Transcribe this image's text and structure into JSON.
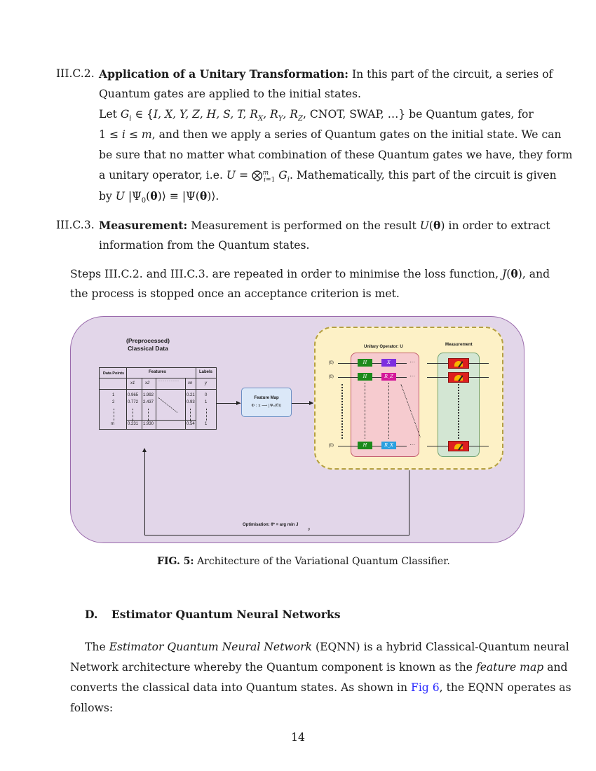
{
  "sec_c2": {
    "num": "III.C.2.",
    "title": "Application of a Unitary Transformation:",
    "l1": "In this part of the circuit, a series of",
    "l2": "Quantum gates are applied to the initial states.",
    "l3a": "Let ",
    "l3b": " be Quantum gates, for",
    "l4": ", and then we apply a series of Quantum gates on the initial state. We can",
    "l5": "be sure that no matter what combination of these Quantum gates we have, they form",
    "l6a": "a unitary operator, i.e. ",
    "l6b": ". Mathematically, this part of the circuit is given",
    "l7a": "by "
  },
  "sec_c3": {
    "num": "III.C.3.",
    "title": "Measurement:",
    "l1a": "Measurement is performed on the result ",
    "l1b": " in order to extract",
    "l2": "information from the Quantum states."
  },
  "steps": {
    "l1a": "Steps III.C.2. and III.C.3. are repeated in order to minimise the loss function, ",
    "l1b": ", and",
    "l2": "the process is stopped once an acceptance criterion is met."
  },
  "figure": {
    "classical_title_1": "(Preprocessed)",
    "classical_title_2": "Classical Data",
    "col_points": "Data Points",
    "col_features": "Features",
    "col_labels": "Labels",
    "col_x1": "x1",
    "col_x2": "x2",
    "col_xn": "xn",
    "col_y": "y",
    "row1": [
      "1",
      "0.965",
      "1.992",
      "0.21",
      "0"
    ],
    "row2": [
      "2",
      "0.772",
      "2.437",
      "0.93",
      "1"
    ],
    "rowm": [
      "m",
      "0.231",
      "1.930",
      "0.54",
      "1"
    ],
    "feature_map_title": "Feature Map",
    "feature_map_formula": "Φ : x ⟶ |Ψ₀(θ)⟩",
    "unitary_label": "Unitary Operator: U",
    "measurement_label": "Measurement",
    "ket0": "|0⟩",
    "gate_h": "H",
    "gate_x": "X",
    "gate_rz": "R_Z",
    "gate_rx": "R_X",
    "optimisation": "Optimisation: θ* = arg min J",
    "optimisation_sub": "θ",
    "colors": {
      "outer": "#e2d6e9",
      "yellow": "#fdf1c6",
      "pink": "#f6cbcf",
      "green": "#d3e6d3",
      "blue": "#dbe8f8"
    }
  },
  "caption": {
    "label": "FIG. 5:",
    "text": "Architecture of the Variational Quantum Classifier."
  },
  "sec_d": {
    "num": "D.",
    "title": "Estimator Quantum Neural Networks"
  },
  "para_d": {
    "l1a": "The ",
    "l1b": "Estimator Quantum Neural Network",
    "l1c": " (EQNN) is a hybrid Classical-Quantum neural",
    "l2a": "Network architecture whereby the Quantum component is known as the ",
    "l2b": "feature map",
    "l2c": " and",
    "l3a": "converts the classical data into Quantum states. As shown in ",
    "l3b": "Fig 6",
    "l3c": ", the EQNN operates as",
    "l4": "follows:"
  },
  "page_number": "14"
}
